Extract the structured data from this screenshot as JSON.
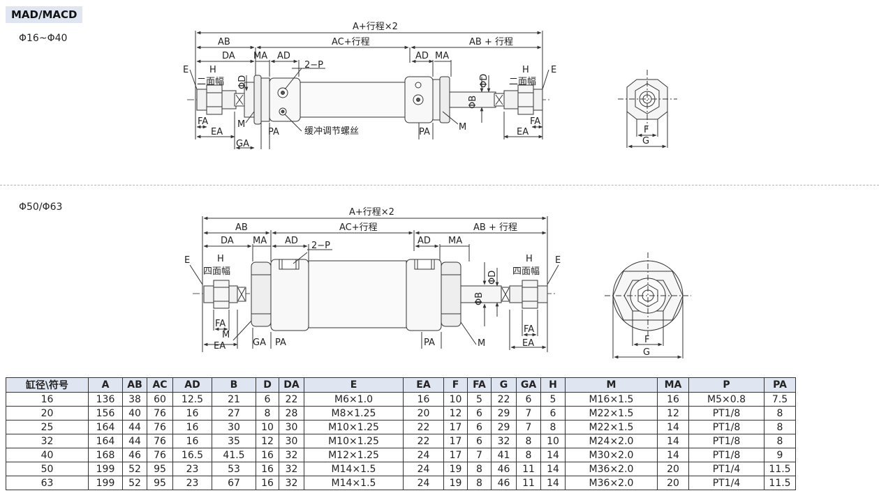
{
  "title": "MAD/MACD",
  "section1": {
    "range": "Φ16~Φ40",
    "labels": {
      "a_stroke": "A+行程×2",
      "ab": "AB",
      "ac_stroke": "AC+行程",
      "ab_stroke": "AB + 行程",
      "da": "DA",
      "ma": "MA",
      "ad": "AD",
      "ad_r": "AD",
      "ma_r": "MA",
      "port": "2−P",
      "e": "E",
      "e_r": "E",
      "h": "H",
      "h_r": "H",
      "flats": "二面幅",
      "flats_r": "二面幅",
      "phi_d": "ΦD",
      "phi_d_r": "ΦD",
      "phi_b": "ΦB",
      "fa": "FA",
      "fa_r": "FA",
      "ea": "EA",
      "ea_r": "EA",
      "m": "M",
      "m_r": "M",
      "pa": "PA",
      "pa_r": "PA",
      "ga": "GA",
      "cushion": "缓冲调节螺丝",
      "f": "F",
      "g": "G"
    }
  },
  "section2": {
    "range": "Φ50/Φ63",
    "labels": {
      "a_stroke": "A+行程×2",
      "ab": "AB",
      "ac_stroke": "AC+行程",
      "ab_stroke": "AB + 行程",
      "da": "DA",
      "ma": "MA",
      "ad": "AD",
      "ad_r": "AD",
      "ma_r": "MA",
      "port": "2−P",
      "e": "E",
      "e_r": "E",
      "h": "H",
      "h_r": "H",
      "flats": "四面幅",
      "flats_r": "四面幅",
      "phi_d": "ΦD",
      "phi_b": "ΦB",
      "fa": "FA",
      "fa_r": "FA",
      "ea": "EA",
      "ea_r": "EA",
      "m": "M",
      "m_r": "M",
      "pa": "PA",
      "pa_r": "PA",
      "ga": "GA",
      "f": "F",
      "g": "G"
    }
  },
  "table": {
    "headers": [
      "缸径\\符号",
      "A",
      "AB",
      "AC",
      "AD",
      "B",
      "D",
      "DA",
      "E",
      "EA",
      "F",
      "FA",
      "G",
      "GA",
      "H",
      "M",
      "MA",
      "P",
      "PA"
    ],
    "rows": [
      [
        "16",
        "136",
        "38",
        "60",
        "12.5",
        "21",
        "6",
        "22",
        "M6×1.0",
        "16",
        "10",
        "5",
        "22",
        "6",
        "5",
        "M16×1.5",
        "16",
        "M5×0.8",
        "7.5"
      ],
      [
        "20",
        "156",
        "40",
        "76",
        "16",
        "27",
        "8",
        "28",
        "M8×1.25",
        "20",
        "12",
        "6",
        "29",
        "7",
        "6",
        "M22×1.5",
        "12",
        "PT1/8",
        "8"
      ],
      [
        "25",
        "164",
        "44",
        "76",
        "16",
        "30",
        "10",
        "30",
        "M10×1.25",
        "22",
        "17",
        "6",
        "29",
        "7",
        "8",
        "M22×1.5",
        "14",
        "PT1/8",
        "8"
      ],
      [
        "32",
        "164",
        "44",
        "76",
        "16",
        "35",
        "12",
        "30",
        "M10×1.25",
        "22",
        "17",
        "6",
        "32",
        "8",
        "10",
        "M24×2.0",
        "14",
        "PT1/8",
        "8"
      ],
      [
        "40",
        "168",
        "46",
        "76",
        "16.5",
        "41.5",
        "16",
        "32",
        "M12×1.25",
        "24",
        "17",
        "7",
        "41",
        "8",
        "14",
        "M30×2.0",
        "14",
        "PT1/8",
        "9"
      ],
      [
        "50",
        "199",
        "52",
        "95",
        "23",
        "53",
        "16",
        "32",
        "M14×1.5",
        "24",
        "19",
        "8",
        "46",
        "11",
        "14",
        "M36×2.0",
        "20",
        "PT1/4",
        "11.5"
      ],
      [
        "63",
        "199",
        "52",
        "95",
        "23",
        "67",
        "16",
        "32",
        "M14×1.5",
        "24",
        "19",
        "8",
        "46",
        "11",
        "14",
        "M36×2.0",
        "20",
        "PT1/4",
        "11.5"
      ]
    ]
  }
}
